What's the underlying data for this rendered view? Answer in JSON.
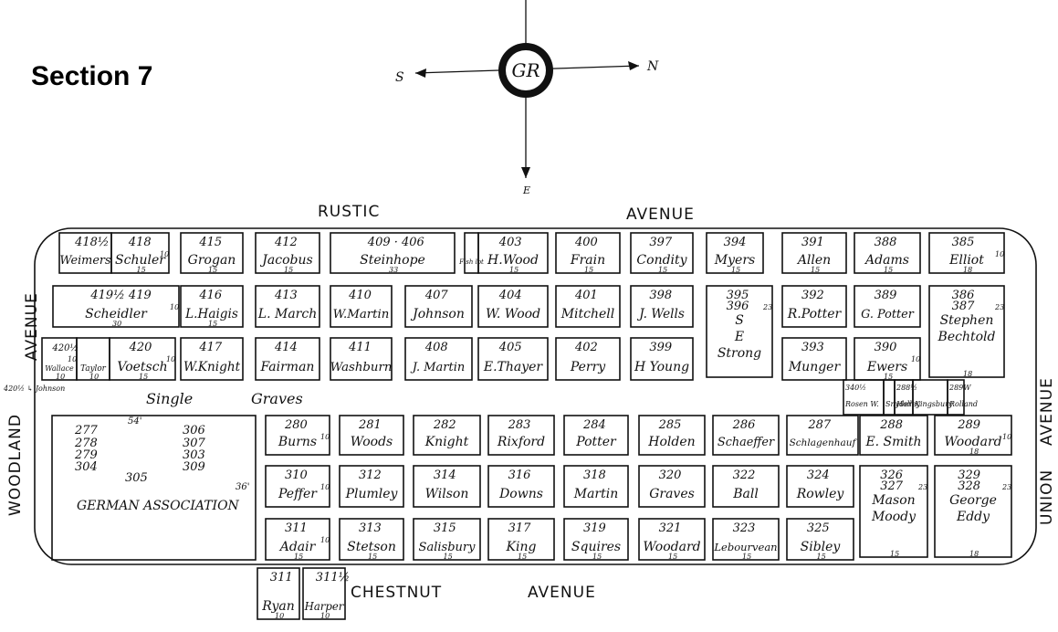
{
  "title": "Section 7",
  "compass": {
    "north": "N",
    "south": "S",
    "east": "E",
    "monogram": "GR"
  },
  "streets": {
    "rustic": "RUSTIC",
    "rustic_avenue": "AVENUE",
    "woodland": "WOODLAND",
    "woodland_avenue": "AVENUE",
    "union": "UNION",
    "union_avenue": "AVENUE",
    "chestnut": "CHESTNUT",
    "chestnut_avenue": "AVENUE"
  },
  "single_graves": "Single",
  "single_graves_2": "Graves",
  "johnson_label": "420½ ↳ Johnson",
  "german": {
    "label": "GERMAN ASSOCIATION",
    "dim_top": "54'",
    "dim_right": "36'",
    "lots": [
      "277",
      "278",
      "279",
      "304",
      "306",
      "307",
      "303",
      "309",
      "305"
    ]
  },
  "row1": [
    {
      "num": "418½",
      "name": "Weimers"
    },
    {
      "num": "418",
      "name": "Schuler",
      "side": "10",
      "bottom": "15"
    },
    {
      "num": "415",
      "name": "Grogan",
      "bottom": "15"
    },
    {
      "num": "412",
      "name": "Jacobus",
      "bottom": "15"
    },
    {
      "num": "409 · 406",
      "name": "Steinhope",
      "bottom": "33"
    },
    {
      "num": "",
      "name": "Fish lot"
    },
    {
      "num": "403",
      "name": "H.Wood",
      "bottom": "15"
    },
    {
      "num": "400",
      "name": "Frain",
      "bottom": "15"
    },
    {
      "num": "397",
      "name": "Condity",
      "bottom": "15"
    },
    {
      "num": "394",
      "name": "Myers",
      "bottom": "15"
    },
    {
      "num": "391",
      "name": "Allen",
      "bottom": "15"
    },
    {
      "num": "388",
      "name": "Adams",
      "bottom": "15"
    },
    {
      "num": "385",
      "name": "Elliot",
      "side": "10",
      "bottom": "18"
    }
  ],
  "row2": [
    {
      "num": "419½ 419",
      "name": "Scheidler",
      "side": "10",
      "bottom": "30"
    },
    {
      "num": "416",
      "name": "L.Haigis",
      "bottom": "15"
    },
    {
      "num": "413",
      "name": "L. March"
    },
    {
      "num": "410",
      "name": "W.Martin"
    },
    {
      "num": "407",
      "name": "Johnson"
    },
    {
      "num": "404",
      "name": "W. Wood"
    },
    {
      "num": "401",
      "name": "Mitchell"
    },
    {
      "num": "398",
      "name": "J. Wells"
    },
    {
      "num": "395 396",
      "name": "S E Strong",
      "side": "23"
    },
    {
      "num": "392",
      "name": "R.Potter"
    },
    {
      "num": "389",
      "name": "G. Potter"
    },
    {
      "num": "386 387",
      "name": "Stephen Bechtold",
      "side": "23",
      "bottom": "18"
    }
  ],
  "row3": [
    {
      "num": "420½",
      "name": "Wallace",
      "side": "10",
      "bottom": "10"
    },
    {
      "num": "",
      "name": "Taylor",
      "bottom": "10"
    },
    {
      "num": "420",
      "name": "Voetsch",
      "side": "10",
      "bottom": "15"
    },
    {
      "num": "417",
      "name": "W.Knight"
    },
    {
      "num": "414",
      "name": "Fairman"
    },
    {
      "num": "411",
      "name": "Washburn"
    },
    {
      "num": "408",
      "name": "J. Martin"
    },
    {
      "num": "405",
      "name": "E.Thayer"
    },
    {
      "num": "402",
      "name": "Perry"
    },
    {
      "num": "399",
      "name": "H Young"
    },
    {
      "num": "393",
      "name": "Munger"
    },
    {
      "num": "390",
      "name": "Ewers",
      "side": "10",
      "bottom": "15"
    }
  ],
  "small_lots": [
    {
      "num": "340½",
      "name": "Rosen W."
    },
    {
      "num": "",
      "name": "Snyder"
    },
    {
      "num": "288½",
      "name": "Holley"
    },
    {
      "num": "",
      "name": "Kingsbury"
    },
    {
      "num": "289W",
      "name": "Rolland"
    }
  ],
  "row4": [
    {
      "num": "280",
      "name": "Burns",
      "side": "10"
    },
    {
      "num": "281",
      "name": "Woods"
    },
    {
      "num": "282",
      "name": "Knight"
    },
    {
      "num": "283",
      "name": "Rixford"
    },
    {
      "num": "284",
      "name": "Potter"
    },
    {
      "num": "285",
      "name": "Holden"
    },
    {
      "num": "286",
      "name": "Schaeffer"
    },
    {
      "num": "287",
      "name": "Schlagenhauf"
    },
    {
      "num": "288",
      "name": "E. Smith"
    },
    {
      "num": "289",
      "name": "Woodard",
      "side": "10",
      "bottom": "18"
    }
  ],
  "row5": [
    {
      "num": "310",
      "name": "Peffer",
      "side": "10"
    },
    {
      "num": "312",
      "name": "Plumley"
    },
    {
      "num": "314",
      "name": "Wilson"
    },
    {
      "num": "316",
      "name": "Downs"
    },
    {
      "num": "318",
      "name": "Martin"
    },
    {
      "num": "320",
      "name": "Graves"
    },
    {
      "num": "322",
      "name": "Ball"
    },
    {
      "num": "324",
      "name": "Rowley"
    },
    {
      "num": "326 327",
      "name": "Mason Moody",
      "side": "23",
      "bottom": "15"
    },
    {
      "num": "329 328",
      "name": "George Eddy",
      "side": "23",
      "bottom": "18"
    }
  ],
  "row6": [
    {
      "num": "311",
      "name": "Adair",
      "side": "10",
      "bottom": "15"
    },
    {
      "num": "313",
      "name": "Stetson",
      "bottom": "15"
    },
    {
      "num": "315",
      "name": "Salisbury",
      "bottom": "15"
    },
    {
      "num": "317",
      "name": "King",
      "bottom": "15"
    },
    {
      "num": "319",
      "name": "Squires",
      "bottom": "15"
    },
    {
      "num": "321",
      "name": "Woodard",
      "bottom": "15"
    },
    {
      "num": "323",
      "name": "Lebourvean",
      "bottom": "15"
    },
    {
      "num": "325",
      "name": "Sibley",
      "bottom": "15"
    }
  ],
  "outside": [
    {
      "num": "311",
      "name": "Ryan",
      "bottom": "10"
    },
    {
      "num": "311½",
      "name": "Harper",
      "bottom": "10"
    }
  ]
}
